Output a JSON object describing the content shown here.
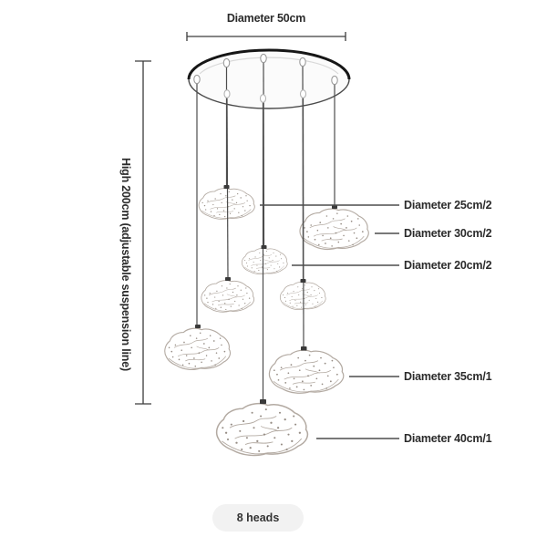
{
  "product_diagram": {
    "canopy_dimension_label": "Diameter 50cm",
    "height_dimension_label": "High 200cm (adjustable suspension line)",
    "shade_size_labels": [
      "Diameter 25cm/2",
      "Diameter 30cm/2",
      "Diameter 20cm/2",
      "Diameter 35cm/1",
      "Diameter 40cm/1"
    ],
    "heads_count_badge": "8 heads",
    "colors": {
      "background": "#ffffff",
      "text": "#2b2b2b",
      "measure_line": "#3c3c3c",
      "cord": "#4d4d4d",
      "canopy_rim": "#161616",
      "shade_outline": "#b3aaa2",
      "shade_speckle": "#968d85",
      "badge_background": "#f2f2f2"
    }
  }
}
